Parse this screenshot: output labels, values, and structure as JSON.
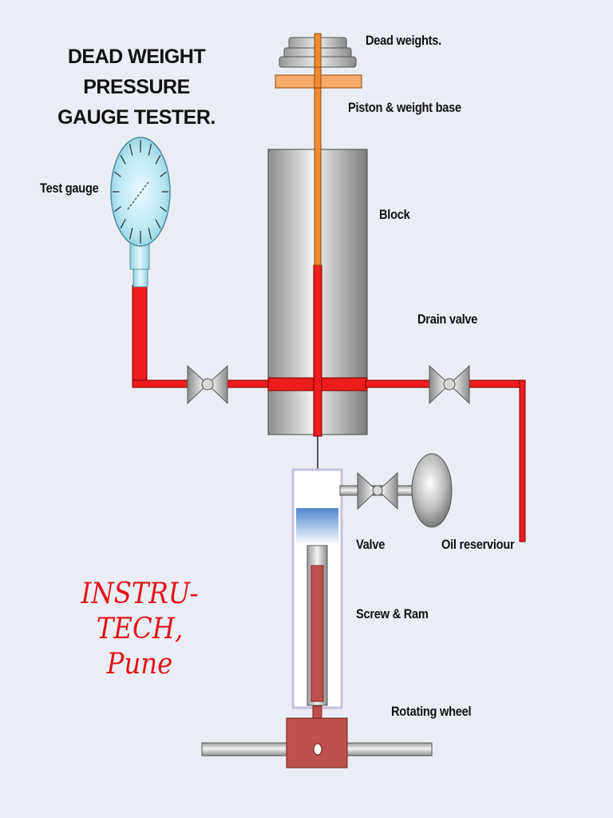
{
  "title": {
    "line1": "DEAD WEIGHT PRESSURE",
    "line2": "GAUGE TESTER."
  },
  "labels": {
    "dead_weights": "Dead weights.",
    "piston_base": "Piston & weight base",
    "test_gauge": "Test gauge",
    "block": "Block",
    "drain_valve": "Drain valve",
    "valve": "Valve",
    "oil_reservoir": "Oil reserviour",
    "screw_ram": "Screw & Ram",
    "rotating_wheel": "Rotating wheel"
  },
  "brand": {
    "line1": "INSTRU-TECH,",
    "line2": "Pune"
  },
  "colors": {
    "background": "#eaeef4",
    "pipe_red": "#ee1c1c",
    "piston_orange": "#ef8a2f",
    "ram_red": "#c0504d",
    "brand_red": "#e4121a"
  }
}
